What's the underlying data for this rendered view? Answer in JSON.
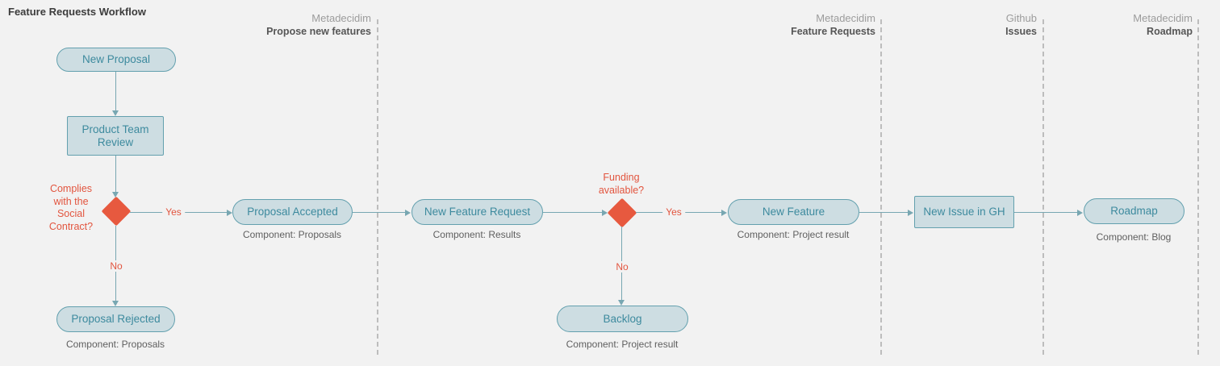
{
  "title": "Feature Requests Workflow",
  "lanes": [
    {
      "platform": "Metadecidim",
      "section": "Propose new features"
    },
    {
      "platform": "Metadecidim",
      "section": "Feature Requests"
    },
    {
      "platform": "Github",
      "section": "Issues"
    },
    {
      "platform": "Metadecidim",
      "section": "Roadmap"
    }
  ],
  "nodes": {
    "new_proposal": {
      "label": "New Proposal"
    },
    "product_team_review": {
      "label": "Product Team Review"
    },
    "complies_decision": {
      "label": "Complies with the Social Contract?"
    },
    "proposal_accepted": {
      "label": "Proposal Accepted",
      "component": "Component: Proposals"
    },
    "proposal_rejected": {
      "label": "Proposal Rejected",
      "component": "Component: Proposals"
    },
    "new_feature_request": {
      "label": "New Feature Request",
      "component": "Component: Results"
    },
    "funding_decision": {
      "label": "Funding available?"
    },
    "new_feature": {
      "label": "New Feature",
      "component": "Component: Project result"
    },
    "backlog": {
      "label": "Backlog",
      "component": "Component: Project result"
    },
    "new_issue_in_gh": {
      "label": "New Issue in GH"
    },
    "roadmap": {
      "label": "Roadmap",
      "component": "Component: Blog"
    }
  },
  "edge_labels": {
    "yes": "Yes",
    "no": "No"
  },
  "colors": {
    "background": "#f2f2f2",
    "node_fill": "#cddde2",
    "node_border": "#63a0ae",
    "node_text": "#3d8a9e",
    "connector": "#78a7b2",
    "decision": "#e7593f",
    "muted_text": "#5f5f5f",
    "lane_platform": "#9c9c9c",
    "lane_section": "#565656",
    "divider": "#bdbdbd"
  }
}
